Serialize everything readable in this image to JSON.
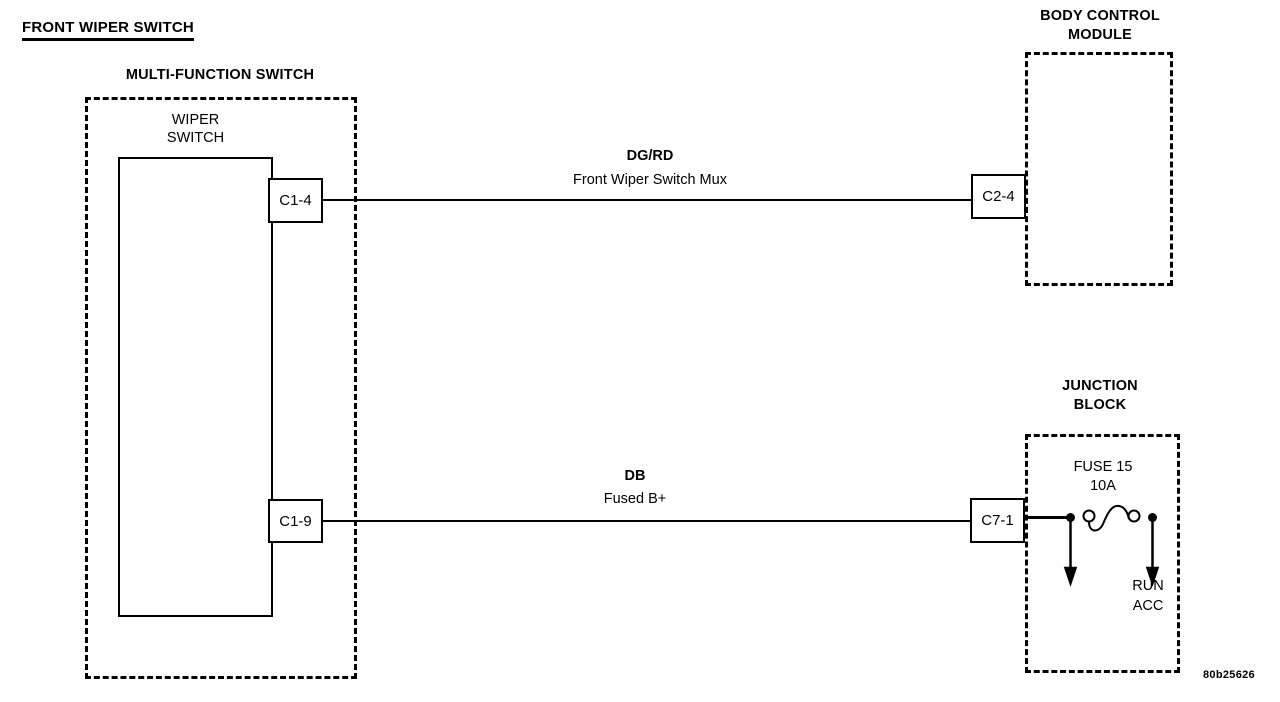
{
  "figure": {
    "title": "FRONT WIPER SWITCH",
    "id_code": "80b25626"
  },
  "components": {
    "multi_function_switch": {
      "label": "MULTI-FUNCTION SWITCH",
      "inner_label_line1": "WIPER",
      "inner_label_line2": "SWITCH",
      "connectors": [
        {
          "name": "C1-4"
        },
        {
          "name": "C1-9"
        }
      ]
    },
    "body_control_module": {
      "label_line1": "BODY CONTROL",
      "label_line2": "MODULE",
      "connectors": [
        {
          "name": "C2-4"
        }
      ]
    },
    "junction_block": {
      "label_line1": "JUNCTION",
      "label_line2": "BLOCK",
      "connectors": [
        {
          "name": "C7-1"
        }
      ],
      "fuse": {
        "name": "FUSE 15",
        "rating": "10A"
      },
      "outputs": [
        {
          "label_line1": "RUN",
          "label_line2": "ACC"
        }
      ]
    }
  },
  "wires": [
    {
      "code": "DG/RD",
      "description": "Front Wiper Switch Mux",
      "from": "C1-4",
      "to": "C2-4"
    },
    {
      "code": "DB",
      "description": "Fused B+",
      "from": "C1-9",
      "to": "C7-1"
    }
  ],
  "colors": {
    "ink": "#000000",
    "paper": "#ffffff"
  }
}
